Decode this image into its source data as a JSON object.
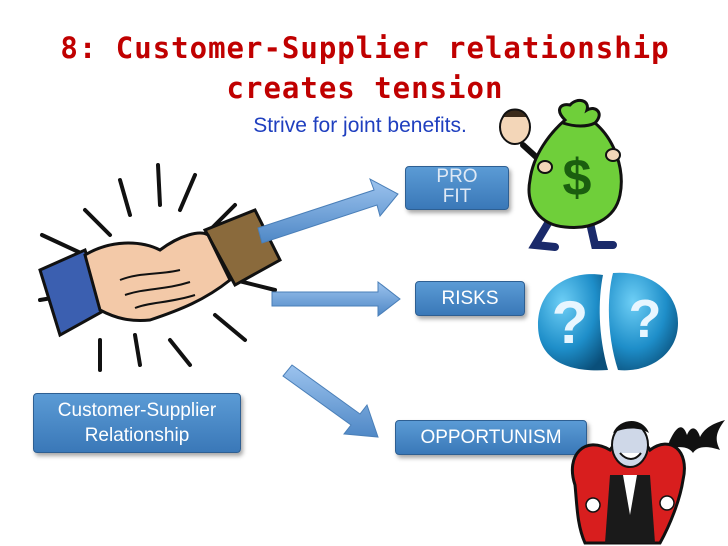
{
  "title_line1": "8: Customer-Supplier relationship",
  "title_line2": "creates tension",
  "subtitle": "Strive for joint benefits.",
  "boxes": {
    "profit": "PROFIT",
    "risks": "RISKS",
    "opportunism": "OPPORTUNISM",
    "relationship_line1": "Customer-Supplier",
    "relationship_line2": "Relationship"
  },
  "illustrations": {
    "money_bag_symbol": "$"
  },
  "colors": {
    "title": "#c00000",
    "subtitle": "#1f3fbf",
    "box_fill": "#4f88c6",
    "arrow_fill": "#6aa1dc"
  }
}
